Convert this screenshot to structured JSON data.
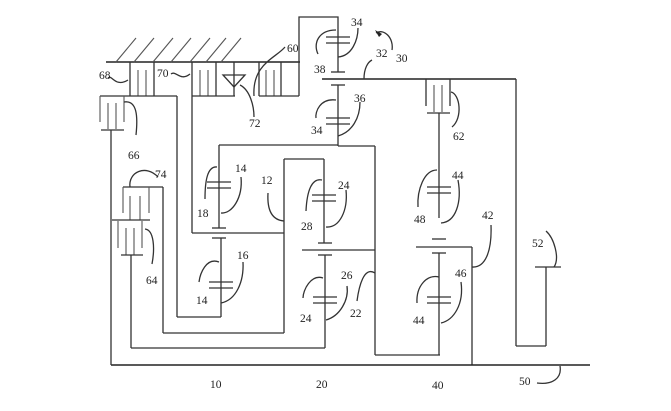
{
  "figure": {
    "type": "transmission-lever-schematic",
    "labels": {
      "l10": "10",
      "l12": "12",
      "l14a": "14",
      "l14b": "14",
      "l16": "16",
      "l18": "18",
      "l20": "20",
      "l22": "22",
      "l24a": "24",
      "l24b": "24",
      "l26": "26",
      "l28": "28",
      "l30": "30",
      "l32": "32",
      "l34a": "34",
      "l34b": "34",
      "l36": "36",
      "l38": "38",
      "l40": "40",
      "l42": "42",
      "l44a": "44",
      "l44b": "44",
      "l46": "46",
      "l48": "48",
      "l50": "50",
      "l52": "52",
      "l60": "60",
      "l62": "62",
      "l64": "64",
      "l66": "66",
      "l68": "68",
      "l70": "70",
      "l72": "72",
      "l74": "74"
    },
    "components": {
      "planetary_sets": [
        {
          "name": "gear-set-10",
          "ref": "10",
          "elements": [
            "14",
            "16",
            "18",
            "12"
          ]
        },
        {
          "name": "gear-set-20",
          "ref": "20",
          "elements": [
            "24",
            "26",
            "28",
            "22"
          ]
        },
        {
          "name": "gear-set-40",
          "ref": "40",
          "elements": [
            "44",
            "46",
            "48",
            "42"
          ]
        },
        {
          "name": "gear-set-30",
          "ref": "30",
          "elements": [
            "34",
            "36",
            "38",
            "32"
          ]
        }
      ],
      "clutches_brakes": [
        "60",
        "62",
        "64",
        "66",
        "68",
        "70",
        "74"
      ],
      "one_way_clutch": "72",
      "output_shaft": "50",
      "output": "52"
    }
  }
}
